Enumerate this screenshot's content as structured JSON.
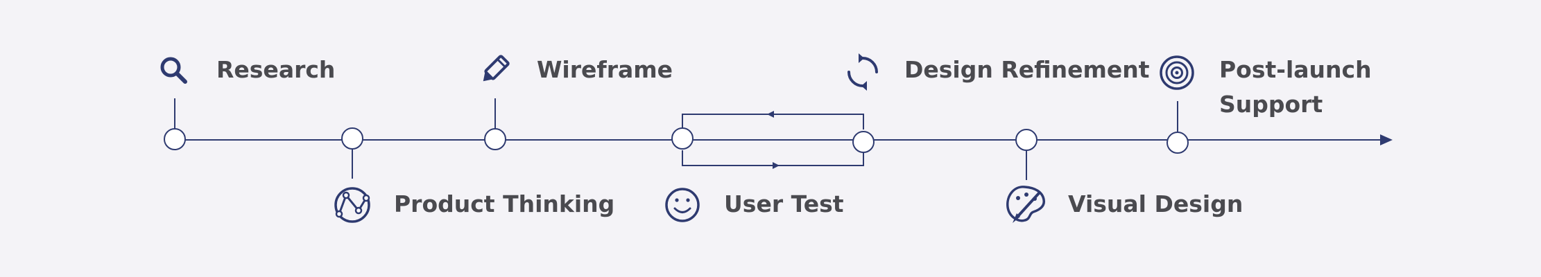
{
  "stages": {
    "research": {
      "label": "Research",
      "icon": "search-icon"
    },
    "product_thinking": {
      "label": "Product Thinking",
      "icon": "analytics-chart-icon"
    },
    "wireframe": {
      "label": "Wireframe",
      "icon": "pencil-icon"
    },
    "user_test": {
      "label": "User Test",
      "icon": "smiley-face-icon"
    },
    "design_refinement": {
      "label": "Design Refinement",
      "icon": "refresh-cycle-icon"
    },
    "visual_design": {
      "label": "Visual Design",
      "icon": "palette-brush-icon"
    },
    "post_launch": {
      "label_line1": "Post-launch",
      "label_line2": "Support",
      "icon": "target-icon"
    }
  },
  "colors": {
    "background": "#f4f3f7",
    "line": "#2e3a70",
    "text": "#4a4a4f"
  }
}
